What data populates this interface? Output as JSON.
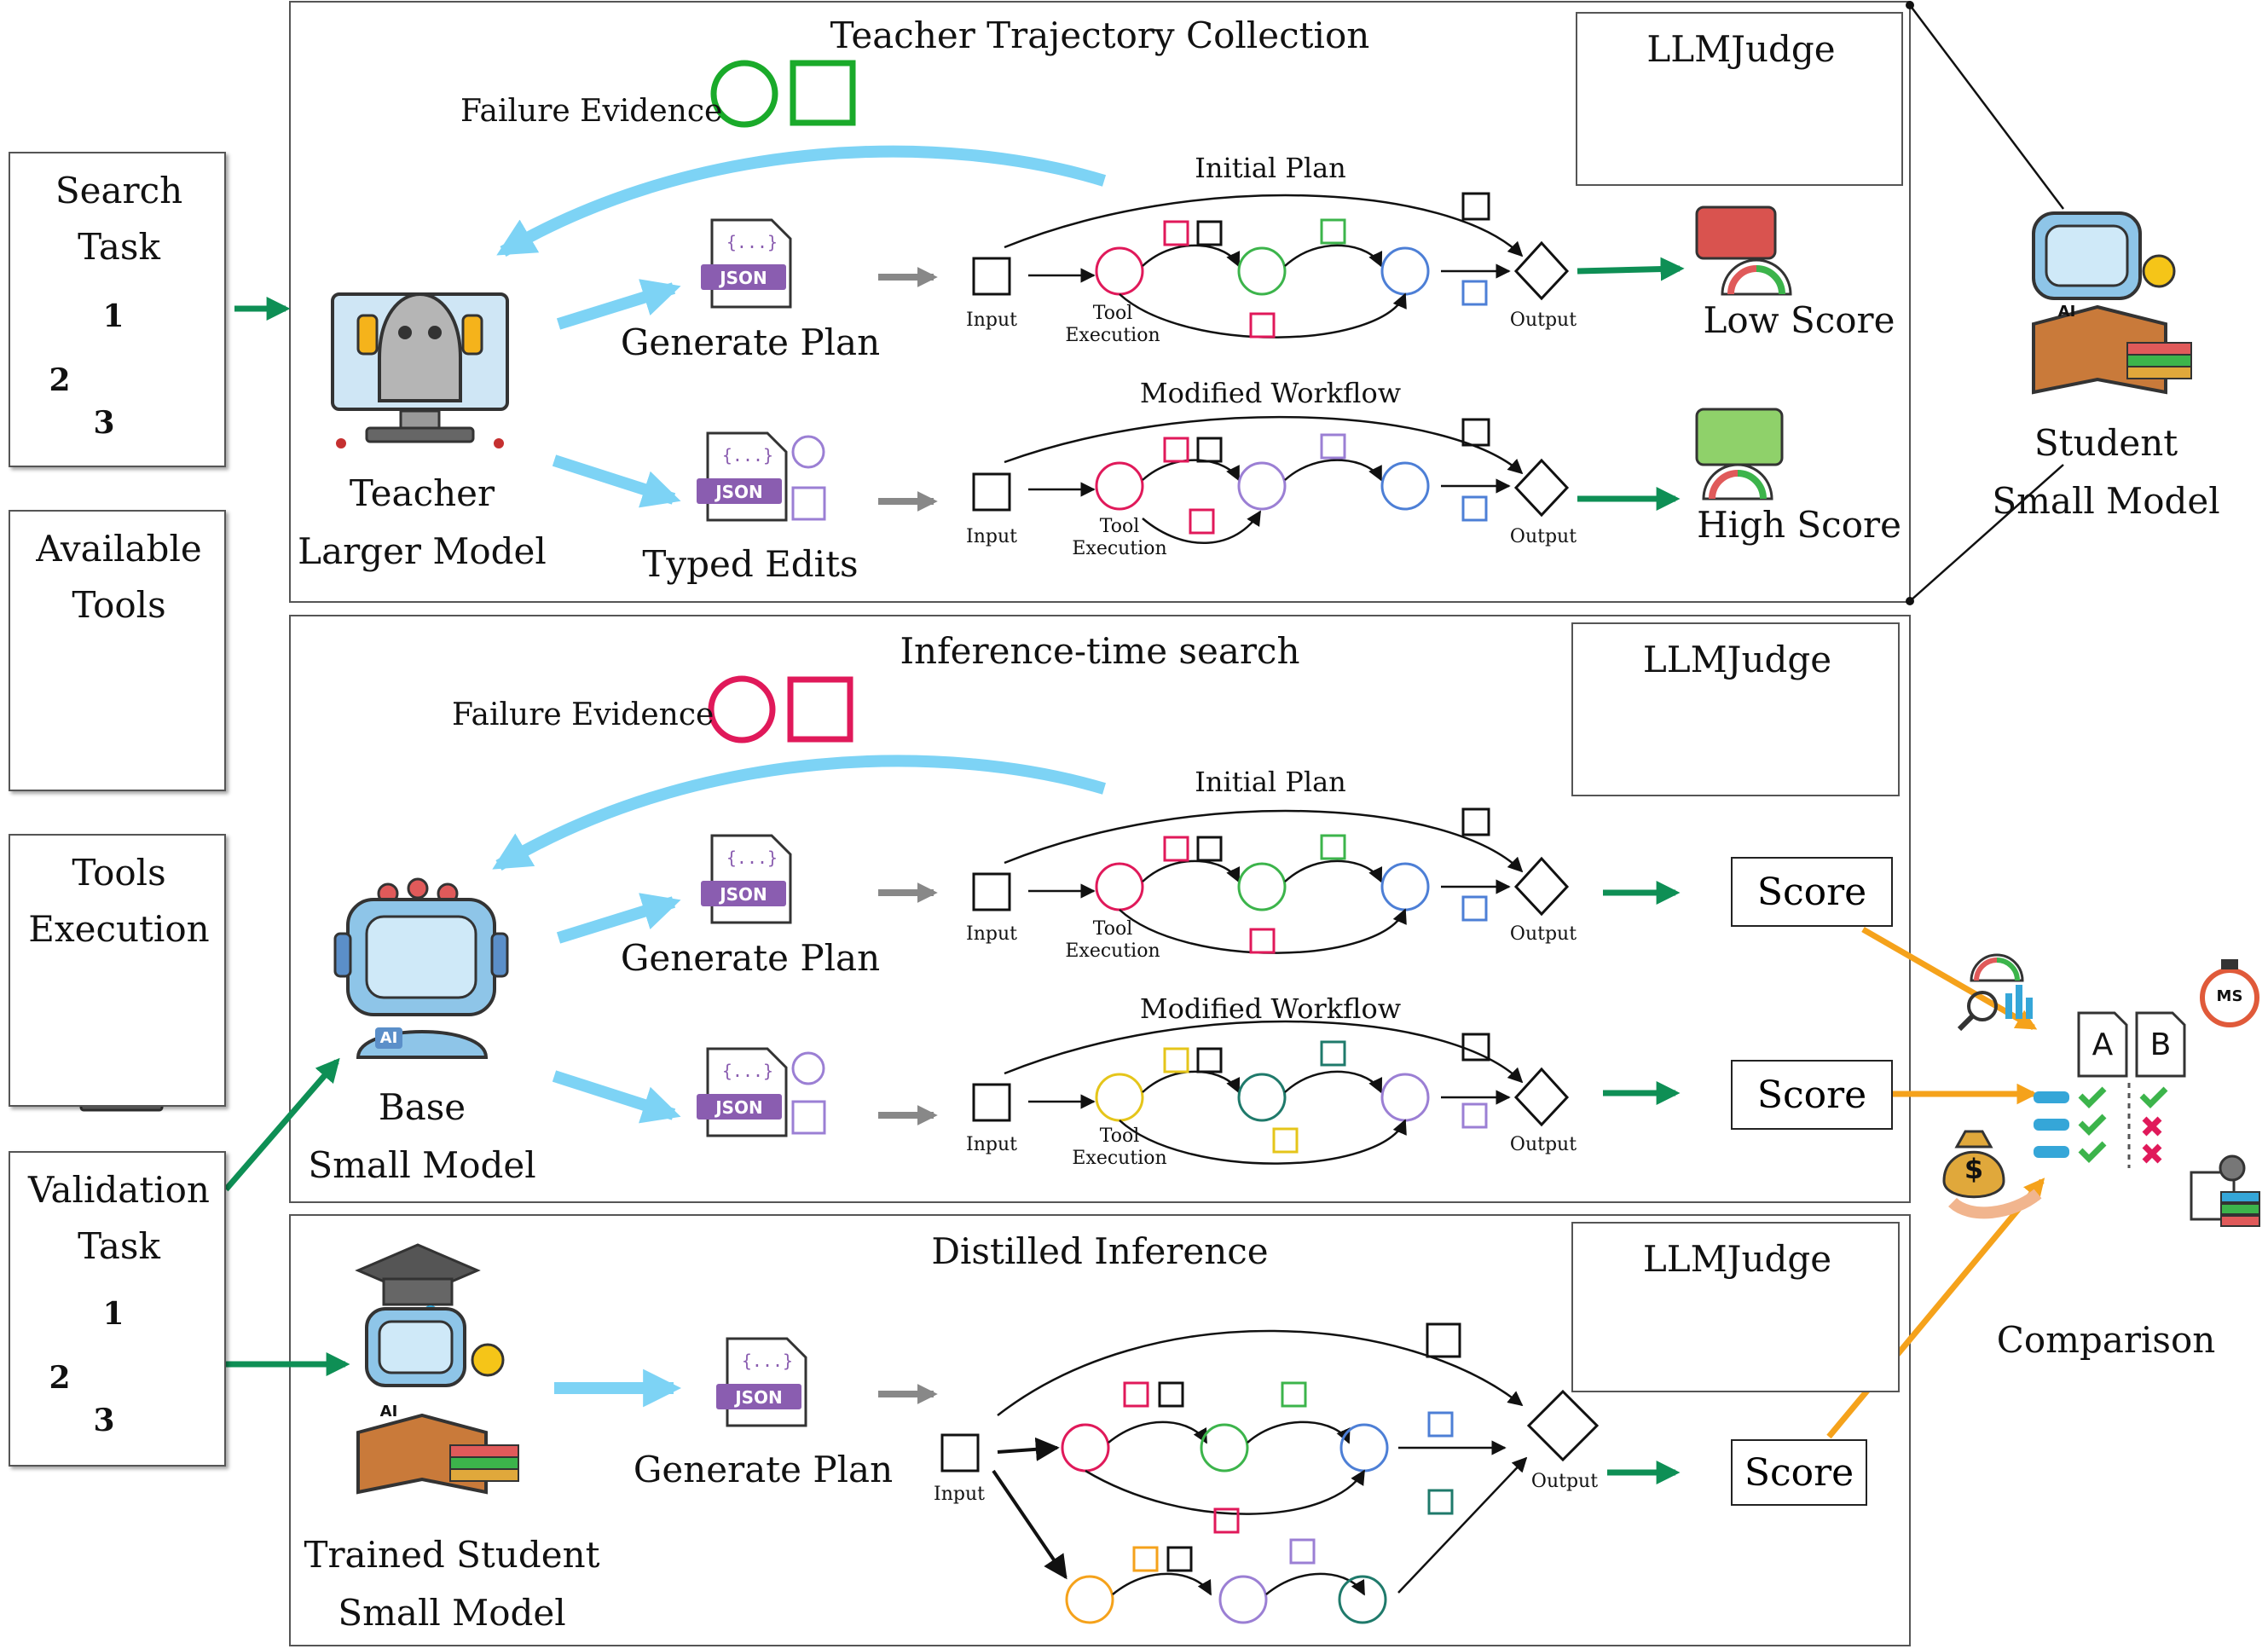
{
  "left_tasks": {
    "search_task": [
      "Search",
      "Task"
    ],
    "available_tools": [
      "Available",
      "Tools"
    ],
    "tools_execution": [
      "Tools",
      "Execution"
    ],
    "validation_task": [
      "Validation",
      "Task"
    ]
  },
  "panel1": {
    "title": "Teacher Trajectory Collection",
    "failure_evidence": "Failure Evidence",
    "model_label": [
      "Teacher",
      "Larger Model"
    ],
    "generate_plan": "Generate Plan",
    "typed_edits": "Typed Edits",
    "initial_plan": "Initial Plan",
    "modified_workflow": "Modified Workflow",
    "input": "Input",
    "tool_execution": [
      "Tool",
      "Execution"
    ],
    "output": "Output",
    "low_score": "Low Score",
    "high_score": "High Score",
    "judge": "LLMJudge"
  },
  "panel2": {
    "title": "Inference-time search",
    "failure_evidence": "Failure Evidence",
    "model_label": [
      "Base",
      "Small Model"
    ],
    "generate_plan": "Generate Plan",
    "initial_plan": "Initial Plan",
    "modified_workflow": "Modified Workflow",
    "input": "Input",
    "tool_execution": [
      "Tool",
      "Execution"
    ],
    "output": "Output",
    "score": "Score",
    "judge": "LLMJudge"
  },
  "panel3": {
    "title": "Distilled Inference",
    "model_label": [
      "Trained Student",
      "Small Model"
    ],
    "generate_plan": "Generate Plan",
    "input": "Input",
    "output": "Output",
    "score": "Score",
    "judge": "LLMJudge"
  },
  "student": [
    "Student",
    "Small Model"
  ],
  "comparison": "Comparison",
  "icon_text": {
    "json": "JSON",
    "json_braces": "{...}",
    "ai": "AI",
    "doc_a": "A",
    "doc_b": "B",
    "code": "</>",
    "ms": "MS",
    "dollar": "$",
    "step1": "1",
    "step2": "2",
    "step3": "3"
  },
  "colors": {
    "blue_arrow": "#7dd3f5",
    "green_arrow": "#0e8f55",
    "orange_arrow": "#f5a21b",
    "gray_arrow": "#888888",
    "green_evidence": "#1aaa2a",
    "red_evidence": "#e0195a",
    "purple_node": "#9b7fd4",
    "red_node": "#e0195a",
    "green_node": "#3cb44b",
    "blue_node": "#4d7fd6",
    "yellow_node": "#e5c51a",
    "teal_node": "#1f7a6b",
    "orange_node": "#f5a21b"
  }
}
